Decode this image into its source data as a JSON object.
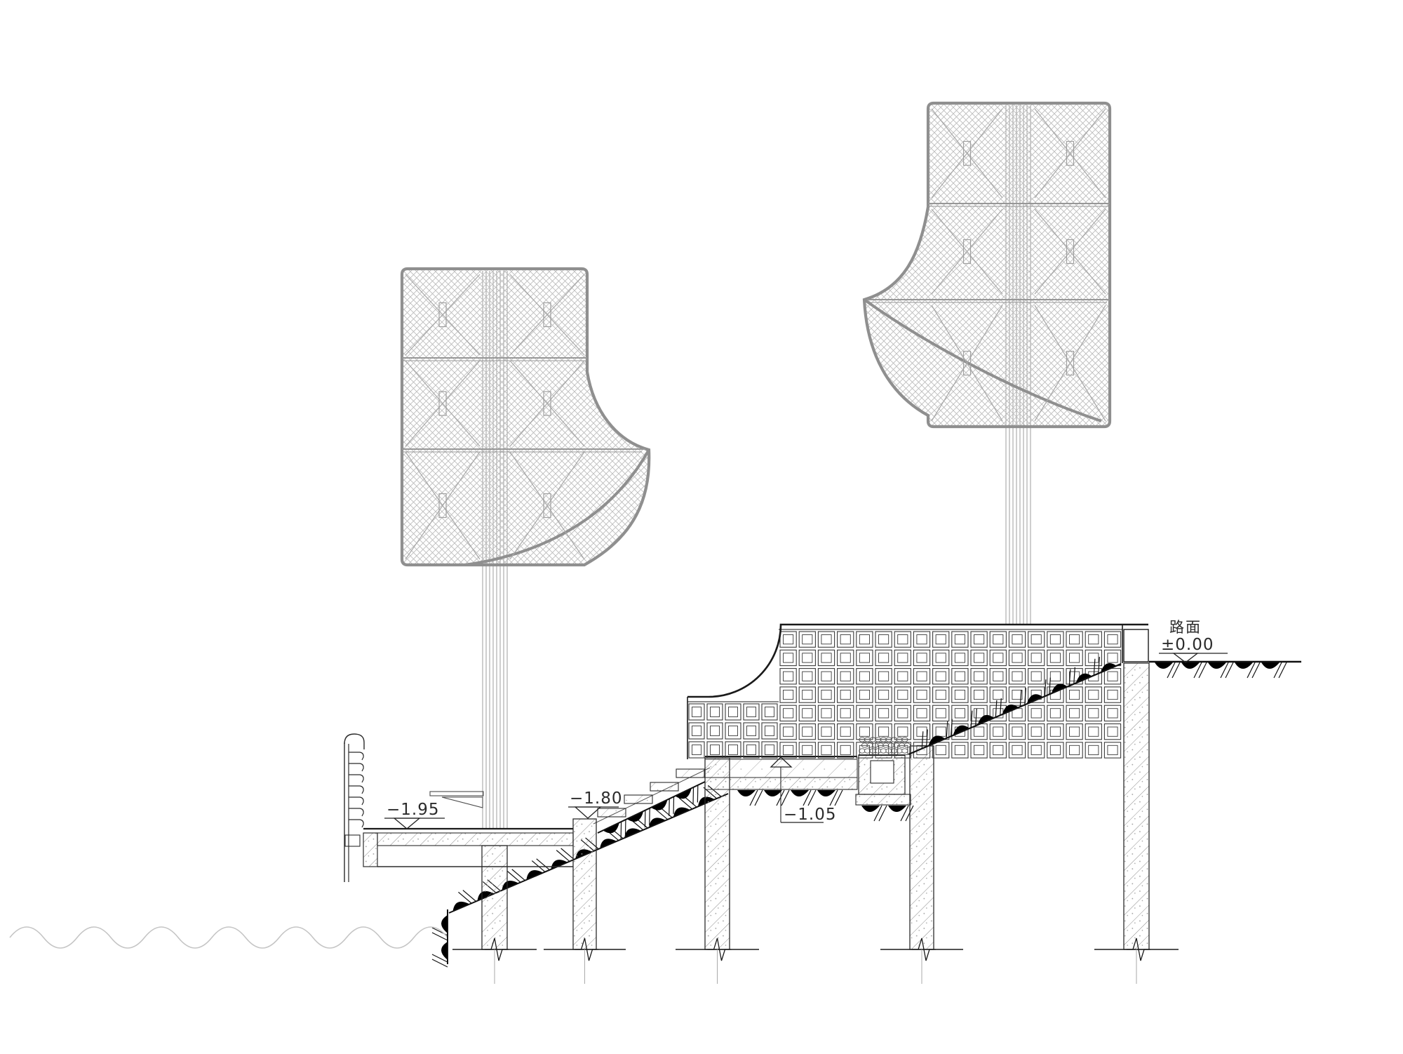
{
  "annotations": {
    "road_label": "路面",
    "road_level": "±0.00",
    "deck_level": "−1.95",
    "pier_level": "−1.80",
    "terrace_level": "−1.05"
  },
  "colors": {
    "line": "#2b2b2b",
    "canopy_outline": "#919191",
    "canopy_mesh": "#bcbcbc",
    "soil_hatch": "#000000",
    "water_line": "#c5c5c5",
    "background": "#ffffff"
  }
}
